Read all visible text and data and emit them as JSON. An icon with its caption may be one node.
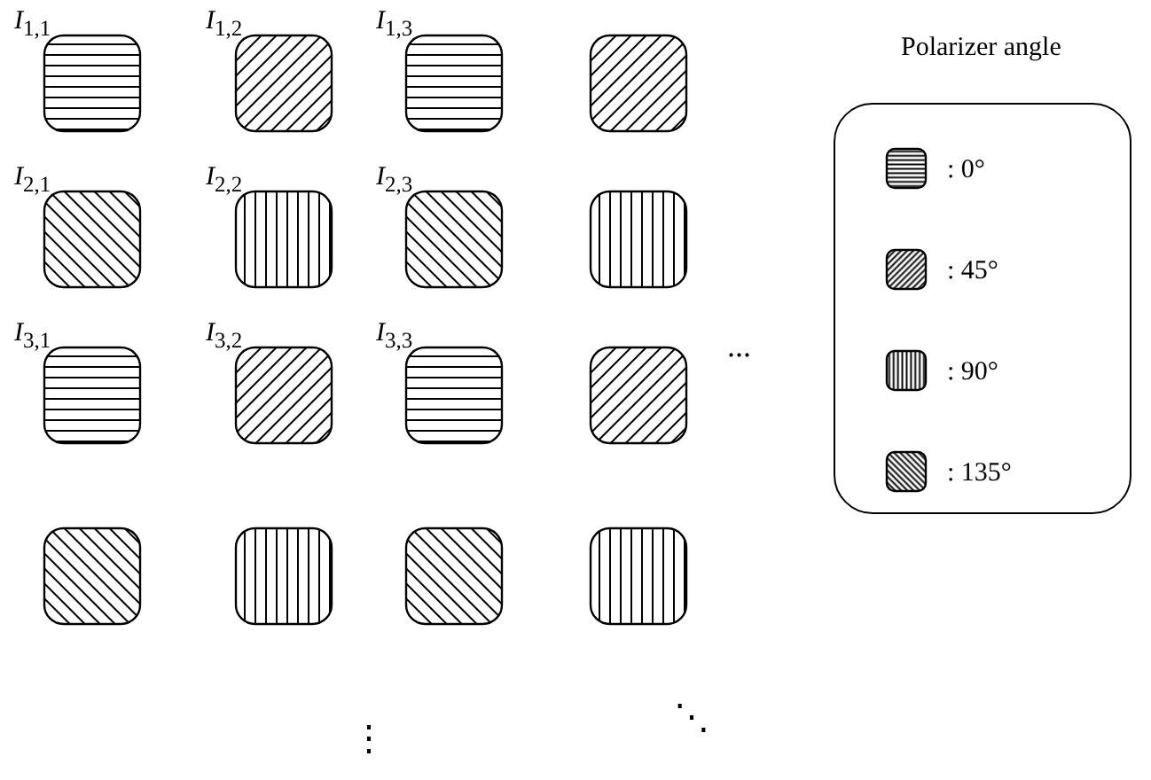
{
  "diagram": {
    "labels": [
      "*I*$_{1,1}$",
      "*I*$_{1,2}$",
      "*I*$_{1,3}$",
      "*I*$_{2,1}$",
      "*I*$_{2,2}$",
      "*I*$_{2,3}$",
      "*I*$_{3,1}$",
      "*I*$_{3,2}$",
      "*I*$_{3,3}$",
      "Polarizer angle",
      "...",
      "⋮",
      "⋱"
    ],
    "legend": [
      {
        "text": ": 0°"
      },
      {
        "text": ": 45°"
      },
      {
        "text": ": 90°"
      },
      {
        "text": ": 135°"
      }
    ]
  }
}
